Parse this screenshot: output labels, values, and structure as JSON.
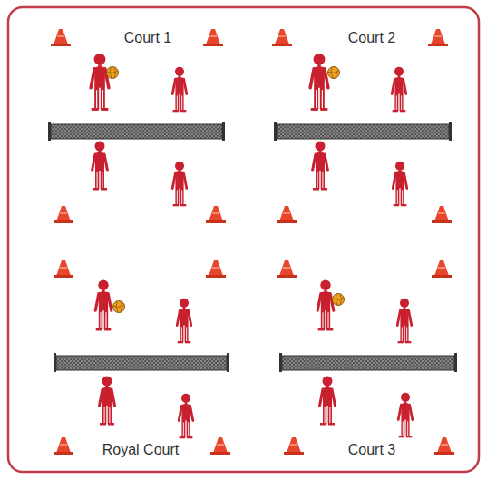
{
  "diagram": {
    "labels": [
      "Court 1",
      "Court 2",
      "Royal Court",
      "Court 3"
    ]
  }
}
